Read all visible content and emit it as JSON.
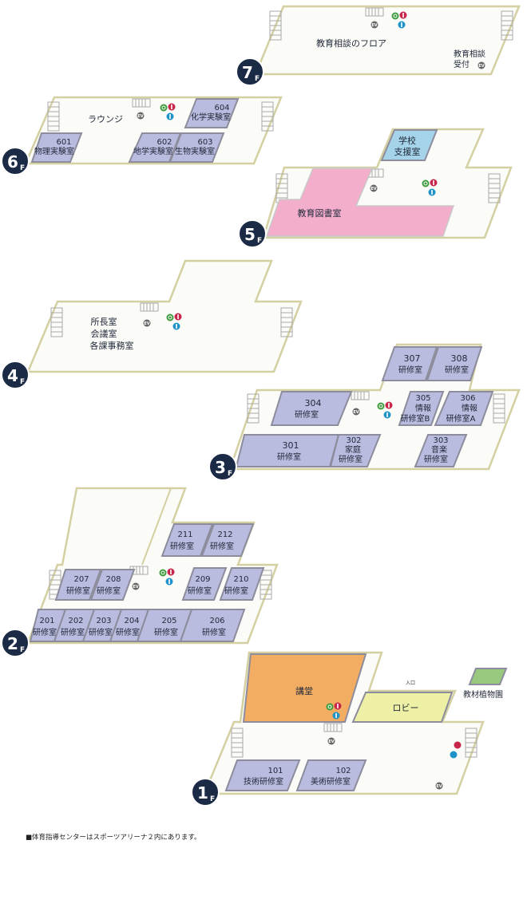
{
  "floors": {
    "f7": {
      "num": "7",
      "suffix": "F",
      "area": "教育相談のフロア",
      "reception1": "教育相談",
      "reception2": "受付"
    },
    "f6": {
      "num": "6",
      "suffix": "F",
      "lounge": "ラウンジ",
      "rooms": [
        {
          "no": "601",
          "name": "物理実験室"
        },
        {
          "no": "602",
          "name": "地学実験室"
        },
        {
          "no": "603",
          "name": "生物実験室"
        },
        {
          "no": "604",
          "name": "化学実験室"
        }
      ]
    },
    "f5": {
      "num": "5",
      "suffix": "F",
      "library": "教育図書室",
      "support1": "学校",
      "support2": "支援室"
    },
    "f4": {
      "num": "4",
      "suffix": "F",
      "rooms": [
        "所長室",
        "会議室",
        "各課事務室"
      ]
    },
    "f3": {
      "num": "3",
      "suffix": "F",
      "rooms": {
        "r301": {
          "no": "301",
          "l1": "研修室"
        },
        "r302": {
          "no": "302",
          "l1": "家庭",
          "l2": "研修室"
        },
        "r303": {
          "no": "303",
          "l1": "音楽",
          "l2": "研修室"
        },
        "r304": {
          "no": "304",
          "l1": "研修室"
        },
        "r305": {
          "no": "305",
          "l1": "情報",
          "l2": "研修室B"
        },
        "r306": {
          "no": "306",
          "l1": "情報",
          "l2": "研修室A"
        },
        "r307": {
          "no": "307",
          "l1": "研修室"
        },
        "r308": {
          "no": "308",
          "l1": "研修室"
        }
      }
    },
    "f2": {
      "num": "2",
      "suffix": "F",
      "room_label": "研修室",
      "rooms": [
        "201",
        "202",
        "203",
        "204",
        "205",
        "206",
        "207",
        "208",
        "209",
        "210",
        "211",
        "212"
      ]
    },
    "f1": {
      "num": "1",
      "suffix": "F",
      "hall": "講堂",
      "lobby": "ロビー",
      "entrance": "入口",
      "garden": "教材植物園",
      "rooms": [
        {
          "no": "101",
          "name": "技術研修室"
        },
        {
          "no": "102",
          "name": "美術研修室"
        }
      ]
    }
  },
  "ev_label": "EV",
  "note": "■体育指導センターはスポーツアリーナ２内にあります。"
}
